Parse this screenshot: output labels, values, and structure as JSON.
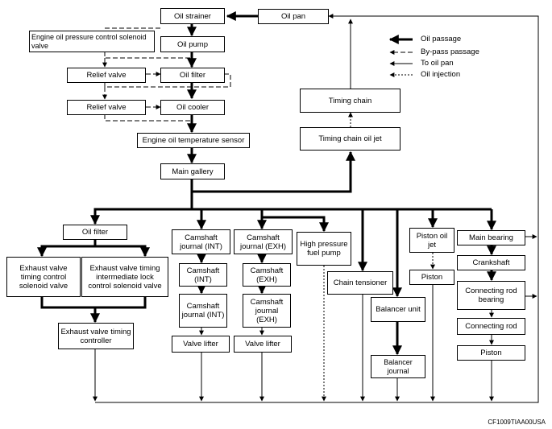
{
  "boxes": {
    "oil_pan": "Oil pan",
    "oil_strainer": "Oil strainer",
    "eop_solenoid": "Engine oil pressure control solenoid valve",
    "oil_pump": "Oil pump",
    "relief_valve_1": "Relief valve",
    "oil_filter_main": "Oil filter",
    "relief_valve_2": "Relief valve",
    "oil_cooler": "Oil cooler",
    "eot_sensor": "Engine oil temperature sensor",
    "main_gallery": "Main gallery",
    "timing_chain": "Timing chain",
    "timing_chain_jet": "Timing chain oil jet",
    "oil_filter_2": "Oil filter",
    "exh_vt_solenoid": "Exhaust valve timing control solenoid valve",
    "exh_vt_lock_solenoid": "Exhaust valve timing intermediate lock control solenoid valve",
    "exh_vt_controller": "Exhaust valve timing controller",
    "cam_journal_int": "Camshaft journal (INT)",
    "cam_int": "Camshaft (INT)",
    "cam_journal_int_2": "Camshaft journal (INT)",
    "valve_lifter_int": "Valve lifter",
    "cam_journal_exh": "Camshaft journal (EXH)",
    "cam_exh": "Camshaft (EXH)",
    "cam_journal_exh_2": "Camshaft journal (EXH)",
    "valve_lifter_exh": "Valve lifter",
    "hp_fuel_pump": "High pressure fuel pump",
    "chain_tensioner": "Chain tensioner",
    "balancer_unit": "Balancer unit",
    "balancer_journal": "Balancer journal",
    "piston_oil_jet": "Piston oil jet",
    "piston_1": "Piston",
    "main_bearing": "Main bearing",
    "crankshaft": "Crankshaft",
    "conrod_bearing": "Connecting rod bearing",
    "conrod": "Connecting rod",
    "piston_2": "Piston"
  },
  "legend": {
    "oil_passage": "Oil passage",
    "bypass_passage": "By-pass passage",
    "to_oil_pan": "To oil pan",
    "oil_injection": "Oil injection"
  },
  "figure_id": "CF1009TIAA00USA"
}
